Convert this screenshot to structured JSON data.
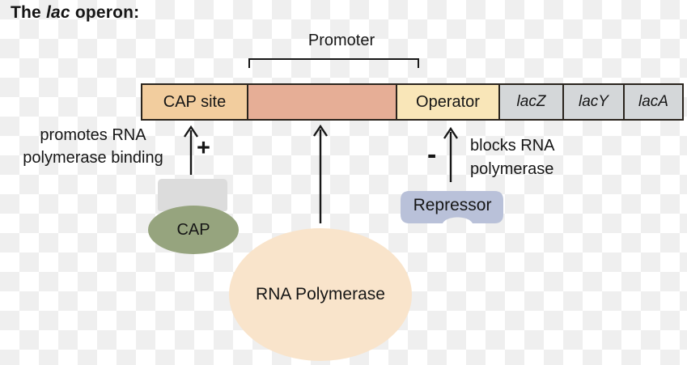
{
  "title": {
    "prefix": "The ",
    "gene": "lac",
    "suffix": " operon:"
  },
  "labels": {
    "promoter": "Promoter",
    "promotes_line1": "promotes RNA",
    "promotes_line2": "polymerase binding",
    "plus": "+",
    "minus": "-",
    "blocks_line1": "blocks RNA",
    "blocks_line2": "polymerase"
  },
  "bar": {
    "segments": [
      {
        "label": "CAP site",
        "type": "cap-site"
      },
      {
        "label": "",
        "type": "promoter-region"
      },
      {
        "label": "Operator",
        "type": "operator"
      },
      {
        "label": "lacZ",
        "type": "gene"
      },
      {
        "label": "lacY",
        "type": "gene"
      },
      {
        "label": "lacA",
        "type": "gene"
      }
    ]
  },
  "molecules": {
    "cap": "CAP",
    "repressor": "Repressor",
    "rna_polymerase": "RNA Polymerase"
  },
  "colors": {
    "cap_site": "#f2cd9e",
    "promoter_region": "#e6ae96",
    "operator": "#f9e6b8",
    "gene": "#d4d7d9",
    "bar_border": "#2a241d",
    "cap_protein": "#96a47e",
    "cap_subunit": "#dcdcdc",
    "repressor": "#b9c1d9",
    "rna_polymerase": "#f9e4cb",
    "checker_light": "#ffffff",
    "checker_dark": "#efefef",
    "ink": "#171717"
  }
}
